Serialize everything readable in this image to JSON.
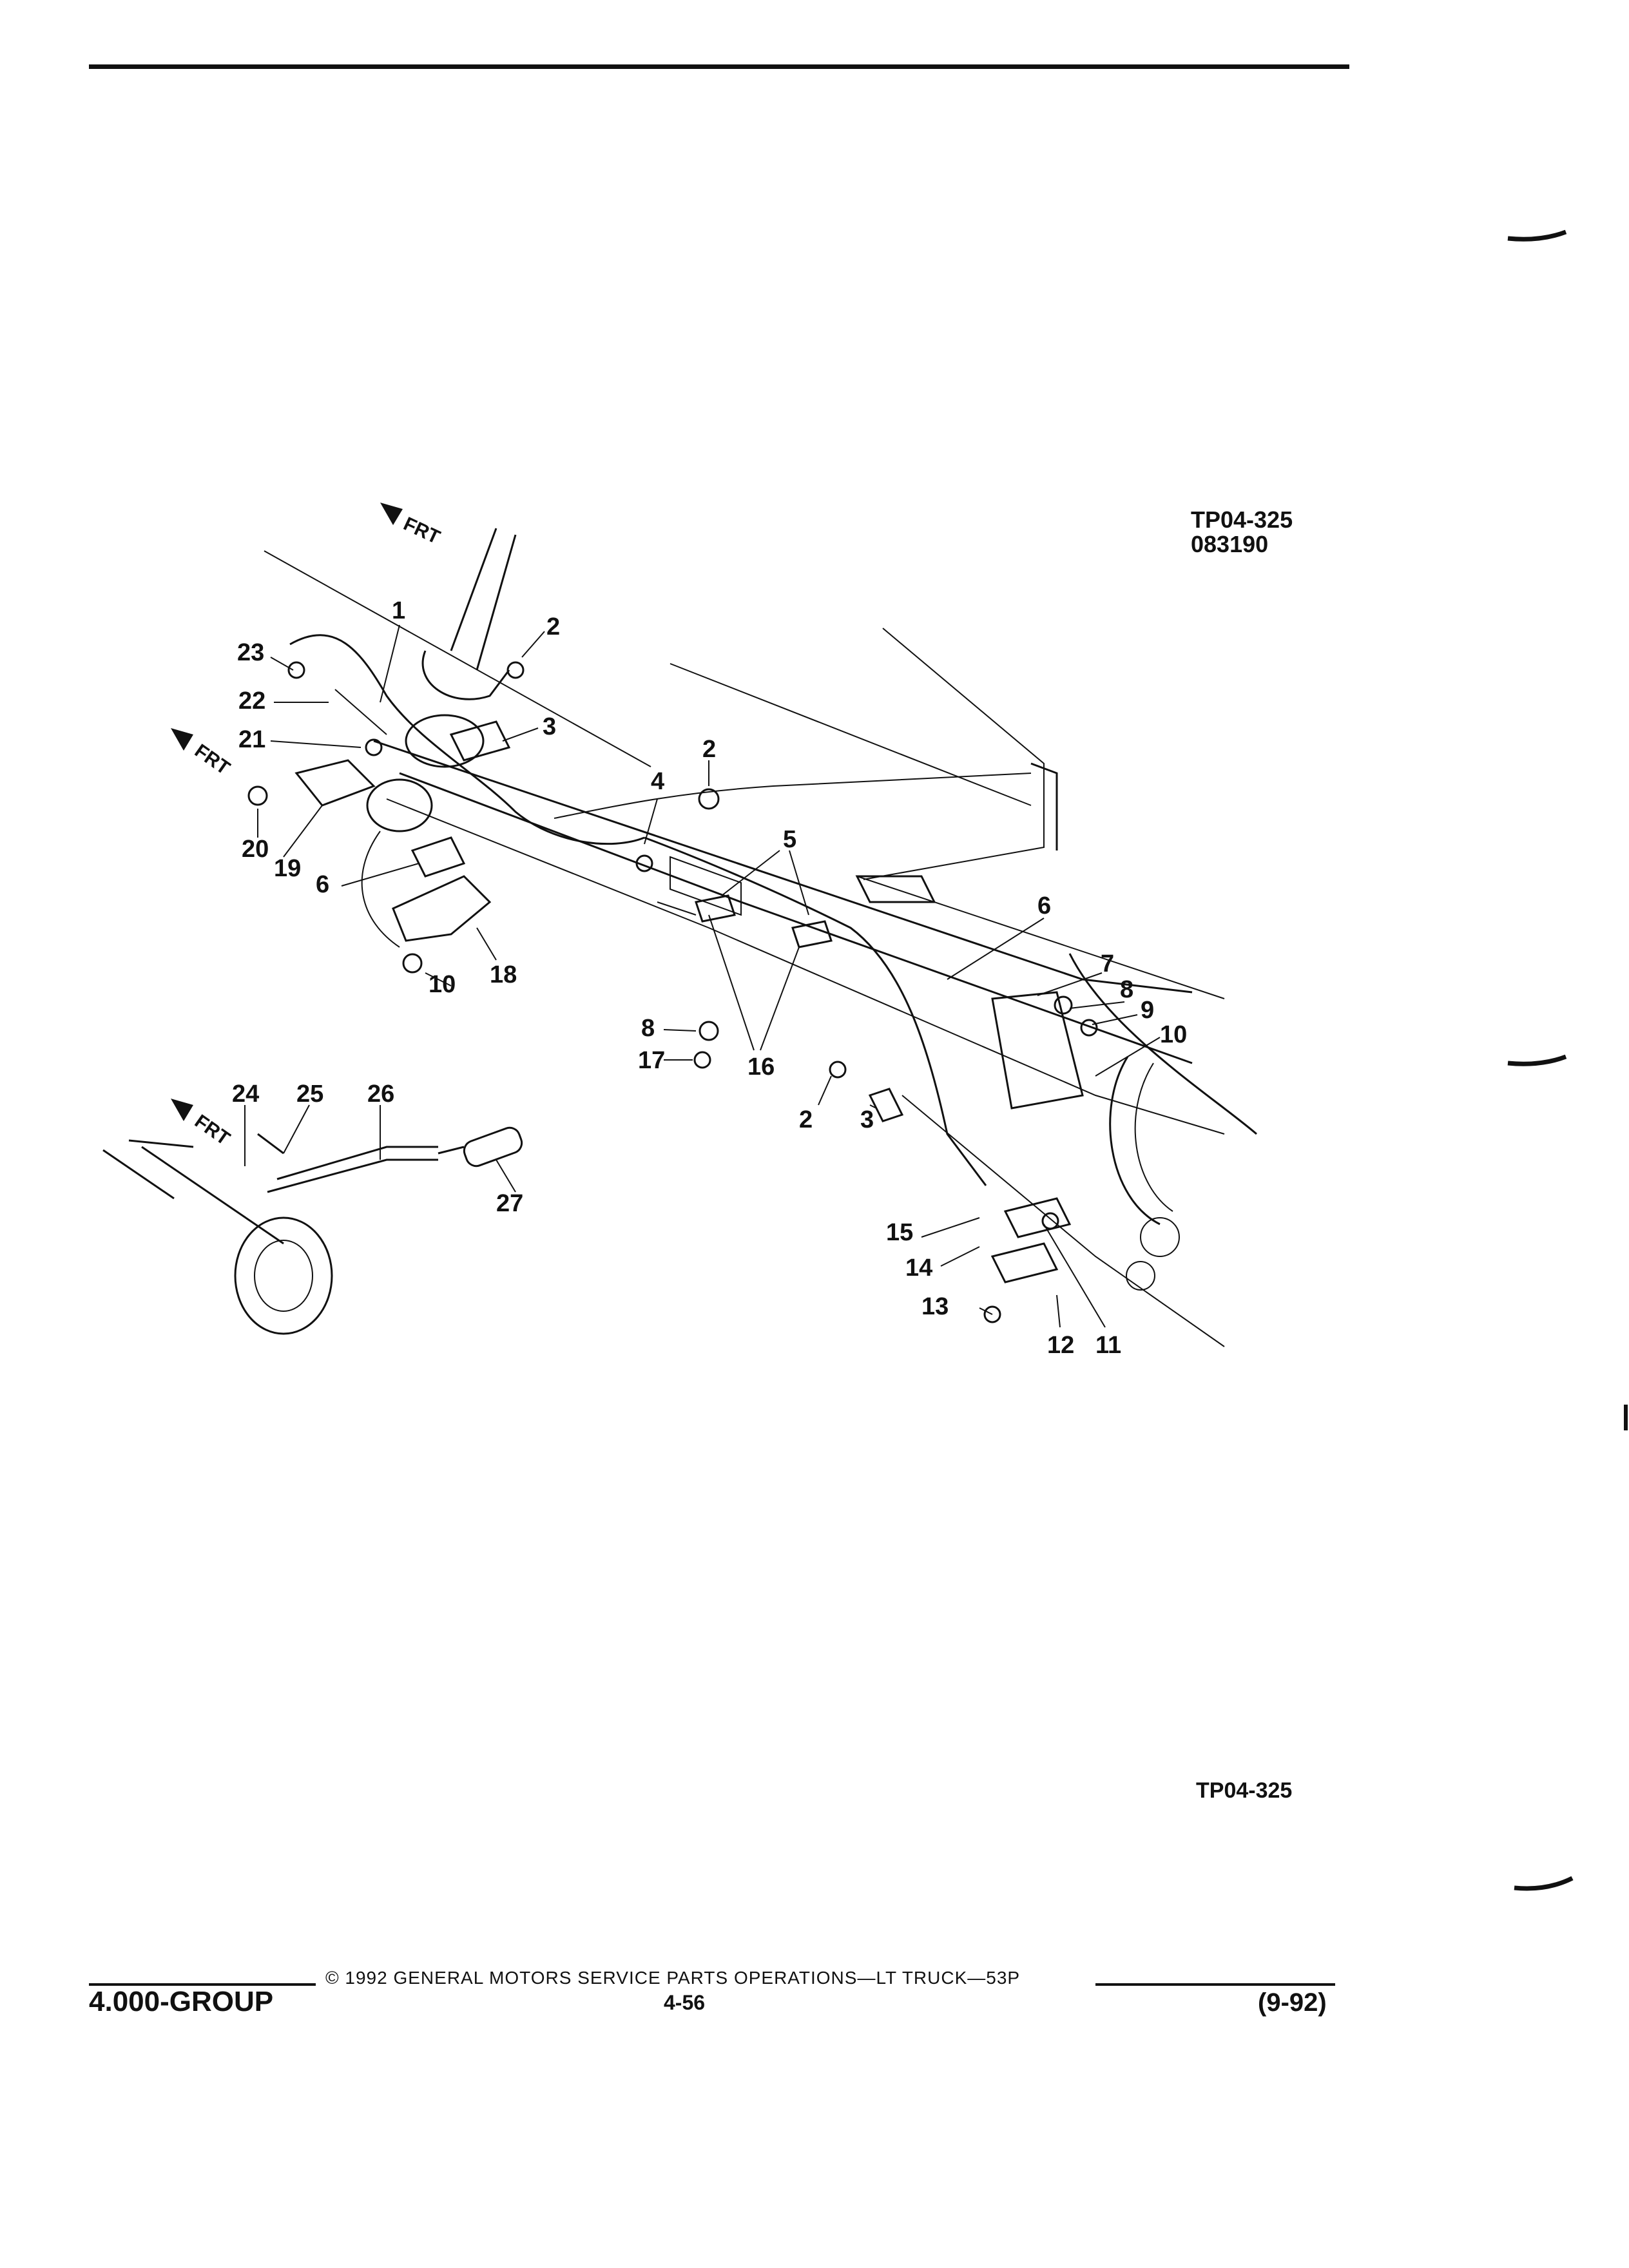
{
  "figure": {
    "code": "TP04-325",
    "date_code": "083190",
    "code_bottom": "TP04-325"
  },
  "front_indicator": "FRT",
  "callouts": [
    "1",
    "2",
    "2",
    "2",
    "3",
    "3",
    "4",
    "5",
    "6",
    "6",
    "7",
    "8",
    "8",
    "9",
    "10",
    "10",
    "11",
    "12",
    "13",
    "14",
    "15",
    "16",
    "17",
    "18",
    "19",
    "20",
    "21",
    "22",
    "23",
    "24",
    "25",
    "26",
    "27"
  ],
  "footer": {
    "group": "4.000-GROUP",
    "copyright": "© 1992 GENERAL MOTORS SERVICE PARTS OPERATIONS—LT TRUCK—53P",
    "page": "4-56",
    "date": "(9-92)"
  }
}
